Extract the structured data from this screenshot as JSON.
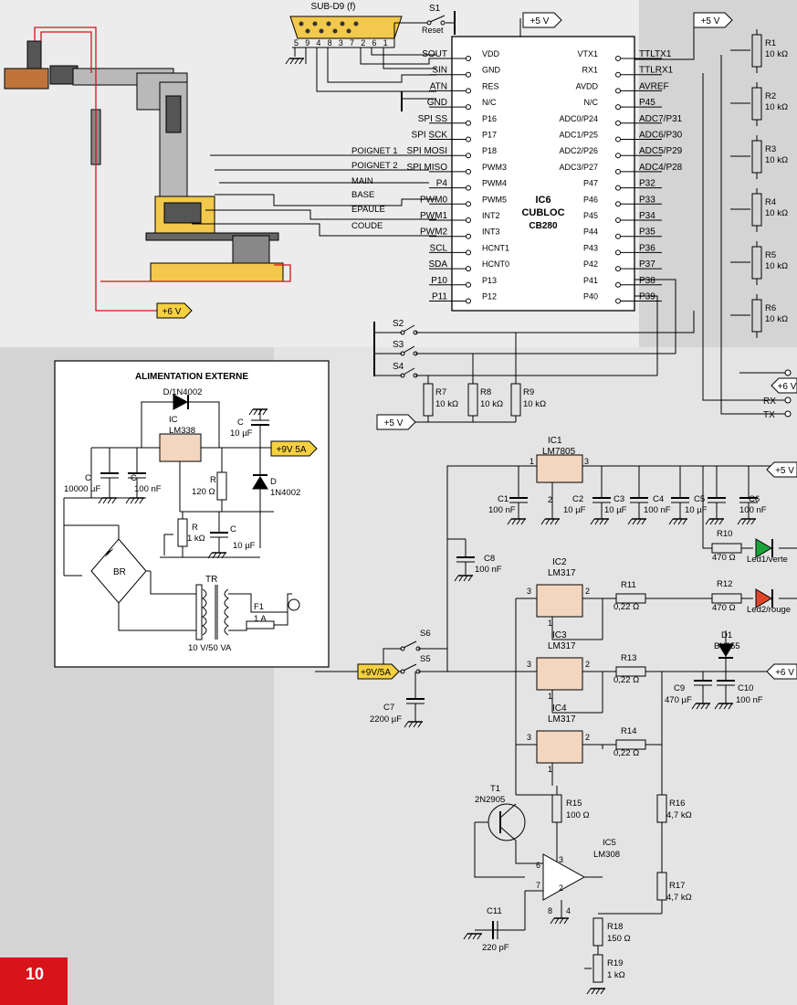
{
  "page": {
    "number": "10"
  },
  "connector": {
    "label": "SUB-D9 (f)",
    "pins": [
      "5",
      "9",
      "4",
      "8",
      "3",
      "7",
      "2",
      "6",
      "1"
    ]
  },
  "reset": {
    "ref": "S1",
    "label": "Reset"
  },
  "ic6": {
    "ref": "IC6",
    "name": "CUBLOC",
    "part": "CB280",
    "left_pins": [
      "SOUT",
      "SIN",
      "ATN",
      "GND",
      "SPI SS",
      "SPI SCK",
      "SPI MOSI",
      "SPI MISO",
      "P4",
      "PWM0",
      "PWM1",
      "PWM2",
      "SCL",
      "SDA",
      "P10",
      "P11"
    ],
    "left_inner": [
      "VDD",
      "GND",
      "RES",
      "N/C",
      "P16",
      "P17",
      "P18",
      "PWM3",
      "PWM4",
      "PWM5",
      "INT2",
      "INT3",
      "HCNT1",
      "HCNT0",
      "P13",
      "P12"
    ],
    "right_inner": [
      "VTX1",
      "RX1",
      "AVDD",
      "N/C",
      "ADC0/P24",
      "ADC1/P25",
      "ADC2/P26",
      "ADC3/P27",
      "P47",
      "P46",
      "P45",
      "P44",
      "P43",
      "P42",
      "P41",
      "P40"
    ],
    "right_pins": [
      "TTLTX1",
      "TTLRX1",
      "AVREF",
      "P45",
      "ADC7/P31",
      "ADC6/P30",
      "ADC5/P29",
      "ADC4/P28",
      "P32",
      "P33",
      "P34",
      "P35",
      "P36",
      "P37",
      "P38",
      "P39"
    ]
  },
  "servo_nets": [
    "POIGNET 1",
    "POIGNET 2",
    "MAIN",
    "BASE",
    "EPAULE",
    "COUDE"
  ],
  "supply_labels": {
    "v5": "+5 V",
    "v6": "+6 V",
    "v9": "+9V 5A",
    "v9b": "+9V/5A"
  },
  "pots": [
    {
      "ref": "R1",
      "val": "10 kΩ"
    },
    {
      "ref": "R2",
      "val": "10 kΩ"
    },
    {
      "ref": "R3",
      "val": "10 kΩ"
    },
    {
      "ref": "R4",
      "val": "10 kΩ"
    },
    {
      "ref": "R5",
      "val": "10 kΩ"
    },
    {
      "ref": "R6",
      "val": "10 kΩ"
    }
  ],
  "switches": [
    "S2",
    "S3",
    "S4"
  ],
  "pulldowns": [
    {
      "ref": "R7",
      "val": "10 kΩ"
    },
    {
      "ref": "R8",
      "val": "10 kΩ"
    },
    {
      "ref": "R9",
      "val": "10 kΩ"
    }
  ],
  "serial": [
    "RX",
    "TX"
  ],
  "psu": {
    "title": "ALIMENTATION EXTERNE",
    "diode": "D/1N4002",
    "ic_ref": "IC",
    "ic": "LM338",
    "c_in": [
      "C",
      "10000 µF"
    ],
    "c_100n": [
      "C",
      "100 nF"
    ],
    "c_out": [
      "C",
      "10 µF"
    ],
    "r1": [
      "R",
      "120 Ω"
    ],
    "r2": [
      "R",
      "1 kΩ"
    ],
    "c_adj": [
      "C",
      "10 µF"
    ],
    "d2": [
      "D",
      "1N4002"
    ],
    "bridge": "BR",
    "tr": "TR",
    "tr_val": "10 V/50 VA",
    "fuse": "F1",
    "fuse_val": "1 A"
  },
  "reg5": {
    "ref": "IC1",
    "part": "LM7805",
    "pins": [
      "1",
      "2",
      "3"
    ]
  },
  "caps5": [
    {
      "ref": "C1",
      "val": "100 nF"
    },
    {
      "ref": "C2",
      "val": "10 µF"
    },
    {
      "ref": "C3",
      "val": "10 µF"
    },
    {
      "ref": "C4",
      "val": "100 nF"
    },
    {
      "ref": "C5",
      "val": "10 µF"
    },
    {
      "ref": "C6",
      "val": "100 nF"
    }
  ],
  "c8": {
    "ref": "C8",
    "val": "100 nF"
  },
  "leds": [
    {
      "ref": "R10",
      "val": "470 Ω",
      "led": "Led1/verte"
    },
    {
      "ref": "R12",
      "val": "470 Ω",
      "led": "Led2/rouge"
    }
  ],
  "lm317": [
    {
      "ref": "IC2",
      "part": "LM317",
      "r": "R11",
      "rv": "0,22 Ω"
    },
    {
      "ref": "IC3",
      "part": "LM317",
      "r": "R13",
      "rv": "0,22 Ω"
    },
    {
      "ref": "IC4",
      "part": "LM317",
      "r": "R14",
      "rv": "0,22 Ω"
    }
  ],
  "d1": {
    "ref": "D1",
    "part": "BY255"
  },
  "c9": {
    "ref": "C9",
    "val": "470 µF"
  },
  "c10": {
    "ref": "C10",
    "val": "100 nF"
  },
  "s5": "S5",
  "s6": "S6",
  "c7": {
    "ref": "C7",
    "val": "2200 µF"
  },
  "t1": {
    "ref": "T1",
    "part": "2N2905"
  },
  "r15": {
    "ref": "R15",
    "val": "100 Ω"
  },
  "ic5": {
    "ref": "IC5",
    "part": "LM308"
  },
  "r16": {
    "ref": "R16",
    "val": "4,7 kΩ"
  },
  "r17": {
    "ref": "R17",
    "val": "4,7 kΩ"
  },
  "r18": {
    "ref": "R18",
    "val": "150 Ω"
  },
  "r19": {
    "ref": "R19",
    "val": "1 kΩ"
  },
  "c11": {
    "ref": "C11",
    "val": "220 pF"
  }
}
